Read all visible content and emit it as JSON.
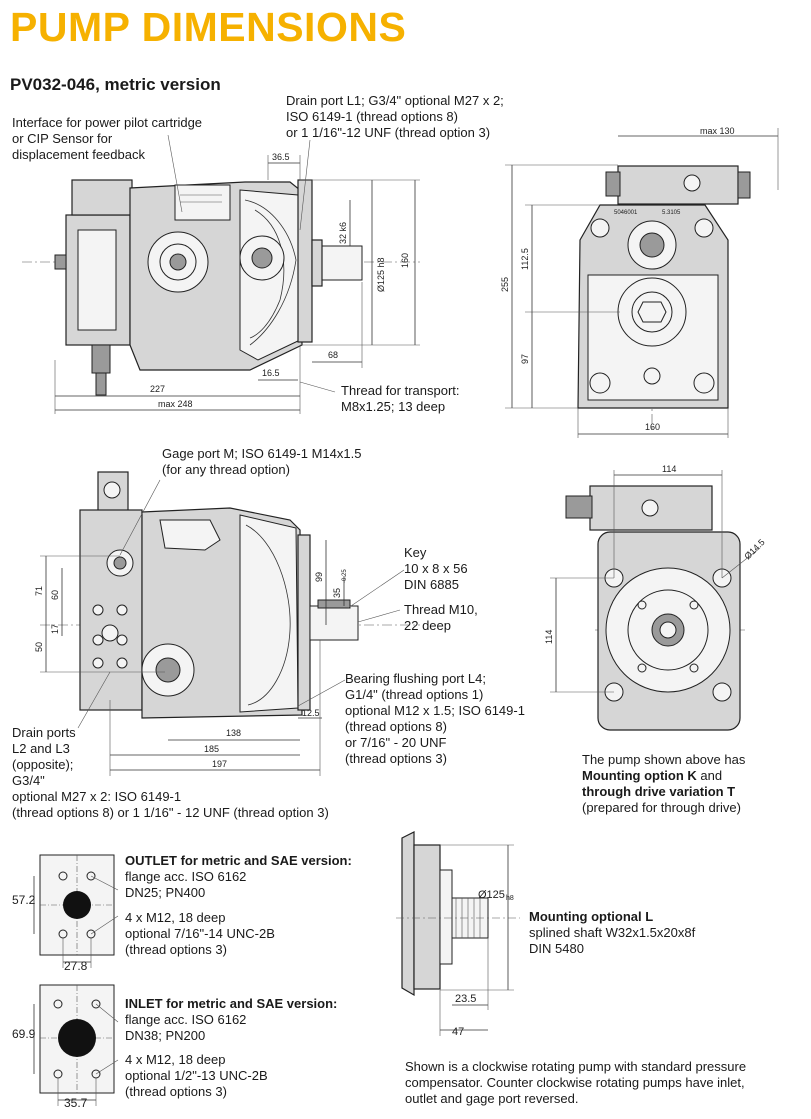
{
  "page": {
    "title": "PUMP DIMENSIONS",
    "subtitle": "PV032-046, metric version"
  },
  "view1": {
    "interface_note": "Interface for power pilot cartridge\nor CIP Sensor for\ndisplacement feedback",
    "drain_note": "Drain port L1; G3/4\" optional M27 x 2;\nISO 6149-1 (thread options 8)\nor 1 1/16\"-12 UNF (thread option 3)",
    "transport_note": "Thread for transport:\nM8x1.25; 13 deep",
    "dims": {
      "d36_5": "36.5",
      "d32_k6": "32 k6",
      "d125_h8": "Ø125 h8",
      "d160": "160",
      "d68": "68",
      "d16_5": "16.5",
      "d227": "227",
      "d248": "max 248"
    }
  },
  "view2": {
    "dims": {
      "max130": "max 130",
      "d255": "255",
      "d112_5": "112.5",
      "d97": "97",
      "d160": "160"
    },
    "plate_labels": [
      "5046001",
      "5.3105"
    ]
  },
  "view3": {
    "gage_note": "Gage port M; ISO 6149-1 M14x1.5\n(for any thread option)",
    "key_note": "Key\n10 x 8 x 56\nDIN 6885",
    "thread_note": "Thread M10,\n22 deep",
    "bearing_note": "Bearing flushing port L4;\nG1/4\" (thread options 1)\noptional M12 x 1.5; ISO 6149-1\n(thread options 8)\nor 7/16\" - 20 UNF\n(thread options 3)",
    "drain_ports_note": "Drain ports\nL2 and L3\n(opposite);\nG3/4\"\noptional M27 x 2: ISO 6149-1\n(thread options 8) or 1 1/16\" - 12 UNF (thread option 3)",
    "dims": {
      "d71": "71",
      "d60": "60",
      "d17": "17",
      "d50": "50",
      "d99": "99",
      "d35": "35",
      "d35_tol": "-0.25",
      "d12_5": "12.5",
      "d138": "138",
      "d185": "185",
      "d197": "197"
    }
  },
  "view4": {
    "dims": {
      "d114_top": "114",
      "d14_5": "Ø14.5",
      "d114_side": "114"
    },
    "caption_line1": "The pump shown above has",
    "caption_bold1": "Mounting option K",
    "caption_and": " and",
    "caption_bold2": "through drive variation T",
    "caption_line4": "(prepared for through drive)"
  },
  "outlet": {
    "heading": "OUTLET for metric and SAE version:",
    "text1": "flange acc. ISO 6162\nDN25; PN400",
    "text2": "4 x M12, 18 deep\noptional 7/16\"-14 UNC-2B\n(thread options 3)",
    "dims": {
      "d57_2": "57.2",
      "d27_8": "27.8"
    }
  },
  "inlet": {
    "heading": "INLET for metric and SAE version:",
    "text1": "flange acc. ISO 6162\nDN38; PN200",
    "text2": "4 x M12, 18 deep\noptional 1/2\"-13 UNC-2B\n(thread options 3)",
    "dims": {
      "d69_9": "69.9",
      "d35_7": "35.7"
    }
  },
  "mounting_l": {
    "heading": "Mounting optional L",
    "text": "splined shaft W32x1.5x20x8f\nDIN 5480",
    "dims": {
      "d125": "Ø125",
      "d125_sub": "h8",
      "d23_5": "23.5",
      "d47": "47"
    }
  },
  "footer": {
    "note": "Shown is a clockwise rotating pump with standard pressure\ncompensator. Counter clockwise rotating pumps have inlet,\noutlet and gage port reversed."
  },
  "colors": {
    "title": "#f6b100",
    "body_fill": "#d6d6d6",
    "line": "#222222"
  }
}
